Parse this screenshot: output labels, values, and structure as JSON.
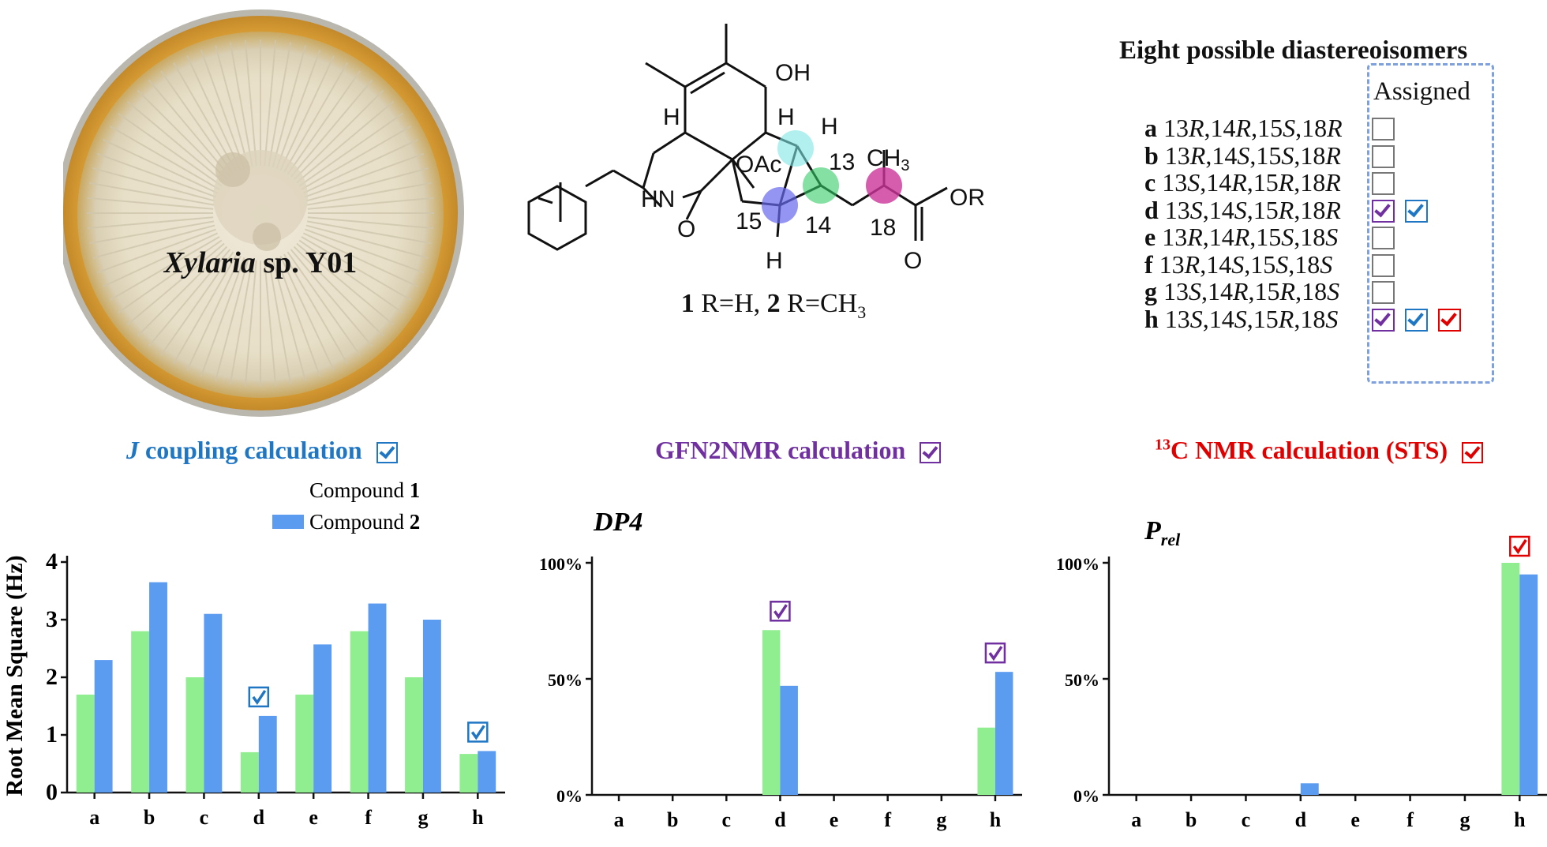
{
  "photo": {
    "label_italic": "Xylaria",
    "label_rest": " sp. Y01"
  },
  "structure": {
    "caption_n1": "1",
    "caption_t1": " R=H, ",
    "caption_n2": "2",
    "caption_t2": " R=CH",
    "caption_sub": "3",
    "labels": {
      "oh": "OH",
      "h": "H",
      "oac": "OAc",
      "hn": "HN",
      "o": "O",
      "or": "OR",
      "ch3": "CH",
      "ch3_sub": "3",
      "c13": "13",
      "c14": "14",
      "c15": "15",
      "c18": "18"
    }
  },
  "isomers": {
    "title": "Eight possible diastereoisomers",
    "assigned_label": "Assigned",
    "rows": [
      {
        "letter": "a",
        "config": [
          "13",
          "R",
          ",14",
          "R",
          ",15",
          "S",
          ",18",
          "R"
        ],
        "checks": [
          "empty"
        ]
      },
      {
        "letter": "b",
        "config": [
          "13",
          "R",
          ",14",
          "S",
          ",15",
          "S",
          ",18",
          "R"
        ],
        "checks": [
          "empty"
        ]
      },
      {
        "letter": "c",
        "config": [
          "13",
          "S",
          ",14",
          "R",
          ",15",
          "R",
          ",18",
          "R"
        ],
        "checks": [
          "empty"
        ]
      },
      {
        "letter": "d",
        "config": [
          "13",
          "S",
          ",14",
          "S",
          ",15",
          "R",
          ",18",
          "R"
        ],
        "checks": [
          "purple",
          "blue"
        ]
      },
      {
        "letter": "e",
        "config": [
          "13",
          "R",
          ",14",
          "R",
          ",15",
          "S",
          ",18",
          "S"
        ],
        "checks": [
          "empty"
        ]
      },
      {
        "letter": "f",
        "config": [
          "13",
          "R",
          ",14",
          "S",
          ",15",
          "S",
          ",18",
          "S"
        ],
        "checks": [
          "empty"
        ]
      },
      {
        "letter": "g",
        "config": [
          "13",
          "S",
          ",14",
          "R",
          ",15",
          "R",
          ",18",
          "S"
        ],
        "checks": [
          "empty"
        ]
      },
      {
        "letter": "h",
        "config": [
          "13",
          "S",
          ",14",
          "S",
          ",15",
          "R",
          ",18",
          "S"
        ],
        "checks": [
          "purple",
          "blue",
          "red"
        ]
      }
    ]
  },
  "methods": {
    "j": {
      "italic": "J",
      "rest": " coupling calculation",
      "color": "#1f77c4"
    },
    "gfn": {
      "text": "GFN2NMR calculation",
      "color": "#7030a0"
    },
    "c13": {
      "sup": "13",
      "text": "C NMR calculation (STS)",
      "color": "#e00000"
    }
  },
  "colors": {
    "compound1": "#90ee90",
    "compound2": "#5b9bf0",
    "blue": "#1f77c4",
    "purple": "#7030a0",
    "red": "#e00000"
  },
  "chart_data": [
    {
      "type": "bar",
      "categories": [
        "a",
        "b",
        "c",
        "d",
        "e",
        "f",
        "g",
        "h"
      ],
      "series": [
        {
          "name": "Compound 1",
          "values": [
            1.7,
            2.8,
            2.0,
            0.7,
            1.7,
            2.8,
            2.0,
            0.67
          ]
        },
        {
          "name": "Compound 2",
          "values": [
            2.3,
            3.65,
            3.1,
            1.33,
            2.57,
            3.28,
            3.0,
            0.72
          ]
        }
      ],
      "ylabel": "Root Mean Square (Hz)",
      "ylim": [
        0,
        4
      ],
      "yticks": [
        "0",
        "1",
        "2",
        "3",
        "4"
      ],
      "legend_labels": [
        {
          "pre": "Compound ",
          "num": "1"
        },
        {
          "pre": "Compound ",
          "num": "2"
        }
      ],
      "marks": [
        {
          "category": "d",
          "color": "blue"
        },
        {
          "category": "h",
          "color": "blue"
        }
      ]
    },
    {
      "type": "bar",
      "categories": [
        "a",
        "b",
        "c",
        "d",
        "e",
        "f",
        "g",
        "h"
      ],
      "series": [
        {
          "values": [
            0,
            0,
            0,
            71,
            0,
            0,
            0,
            29
          ]
        },
        {
          "values": [
            0,
            0,
            0,
            47,
            0,
            0,
            0,
            53
          ]
        }
      ],
      "title": "DP4",
      "ylim": [
        0,
        100
      ],
      "yticks": [
        "0%",
        "50%",
        "100%"
      ],
      "marks": [
        {
          "category": "d",
          "color": "purple"
        },
        {
          "category": "h",
          "color": "purple"
        }
      ]
    },
    {
      "type": "bar",
      "categories": [
        "a",
        "b",
        "c",
        "d",
        "e",
        "f",
        "g",
        "h"
      ],
      "series": [
        {
          "values": [
            0,
            0,
            0,
            0,
            0,
            0,
            0,
            100
          ]
        },
        {
          "values": [
            0,
            0,
            0,
            5,
            0,
            0,
            0,
            95
          ]
        }
      ],
      "title": "P",
      "title_sub": "rel",
      "ylim": [
        0,
        100
      ],
      "yticks": [
        "0%",
        "50%",
        "100%"
      ],
      "marks": [
        {
          "category": "h",
          "color": "red"
        }
      ]
    }
  ]
}
